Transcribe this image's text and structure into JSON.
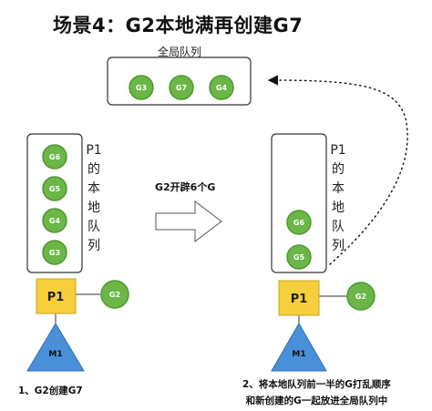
{
  "title": "场景4：G2本地满再创建G7",
  "global_queue": {
    "label": "全局队列",
    "goroutines": [
      "G3",
      "G7",
      "G4"
    ]
  },
  "left_panel": {
    "queue_label": [
      "P1",
      "的",
      "本",
      "地",
      "队",
      "列"
    ],
    "goroutines": [
      "G6",
      "G5",
      "G4",
      "G3"
    ],
    "processor": "P1",
    "machine": "M1",
    "running": "G2",
    "caption": "1、G2创建G7"
  },
  "transition": {
    "label": "G2开辟6个G"
  },
  "right_panel": {
    "queue_label": [
      "P1",
      "的",
      "本",
      "地",
      "队",
      "列"
    ],
    "goroutines": [
      "G6",
      "G5"
    ],
    "processor": "P1",
    "machine": "M1",
    "running": "G2",
    "caption": [
      "2、将本地队列前一半的G打乱顺序",
      "和新创建的G一起放进全局队列中"
    ]
  },
  "colors": {
    "goroutine_fill": "#6bb646",
    "goroutine_stroke": "#4e9a2e",
    "processor_fill": "#f5cf3c",
    "machine_fill": "#4a90d9",
    "box_stroke": "#333333"
  }
}
